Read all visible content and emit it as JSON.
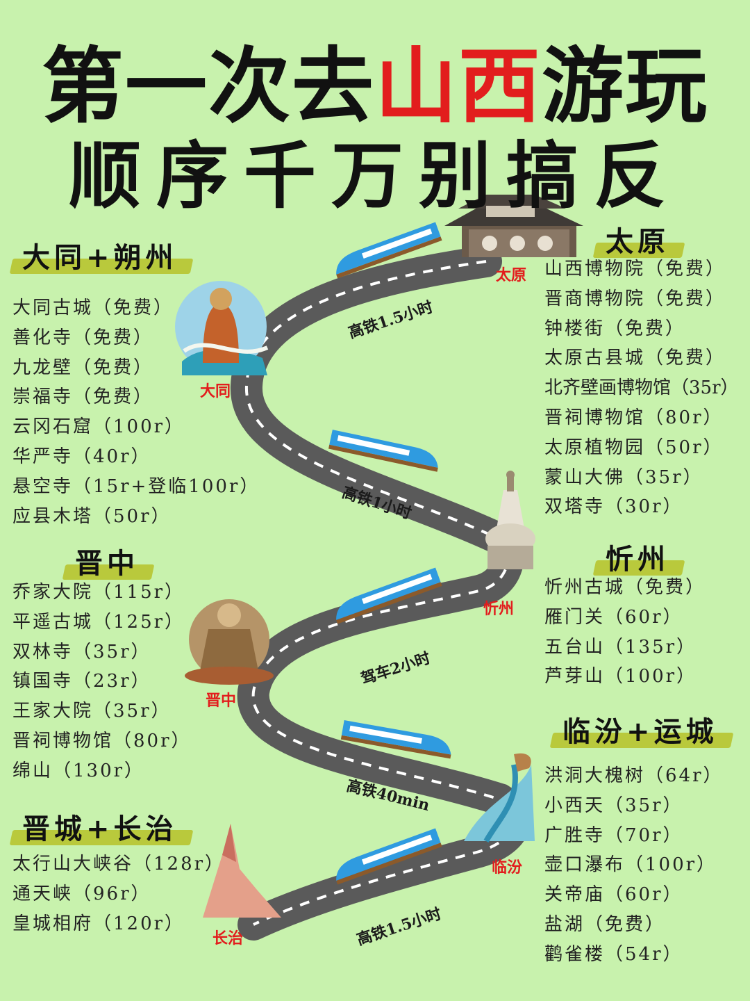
{
  "title": {
    "part1": "第一次去",
    "accent": "山西",
    "part2": "游玩",
    "line2": "顺序千万别搞反"
  },
  "colors": {
    "background": "#c8f2ad",
    "accent_red": "#e21d1d",
    "road": "#555555",
    "train": "#2f9be0",
    "highlight": "#b9c93c"
  },
  "regions": {
    "datong": {
      "heading": "大同+朔州",
      "items": [
        "大同古城（免费）",
        "善化寺（免费）",
        "九龙壁（免费）",
        "崇福寺（免费）",
        "云冈石窟（100r）",
        "华严寺（40r）",
        "悬空寺（15r+登临100r）",
        "应县木塔（50r）"
      ]
    },
    "taiyuan": {
      "heading": "太原",
      "items": [
        "山西博物院（免费）",
        "晋商博物院（免费）",
        "钟楼街（免费）",
        "太原古县城（免费）",
        "北齐壁画博物馆（35r）",
        "晋祠博物馆（80r）",
        "太原植物园（50r）",
        "蒙山大佛（35r）",
        "双塔寺（30r）"
      ]
    },
    "jinzhong": {
      "heading": "晋中",
      "items": [
        "乔家大院（115r）",
        "平遥古城（125r）",
        "双林寺（35r）",
        "镇国寺（23r）",
        "王家大院（35r）",
        "晋祠博物馆（80r）",
        "绵山（130r）"
      ]
    },
    "xinzhou": {
      "heading": "忻州",
      "items": [
        "忻州古城（免费）",
        "雁门关（60r）",
        "五台山（135r）",
        "芦芽山（100r）"
      ]
    },
    "linfen": {
      "heading": "临汾+运城",
      "items": [
        "洪洞大槐树（64r）",
        "小西天（35r）",
        "广胜寺（70r）",
        "壶口瀑布（100r）",
        "关帝庙（60r）",
        "盐湖（免费）",
        "鹳雀楼（54r）"
      ]
    },
    "jincheng": {
      "heading": "晋城+长治",
      "items": [
        "太行山大峡谷（128r）",
        "通天峡（96r）",
        "皇城相府（120r）"
      ]
    }
  },
  "route": {
    "stations": {
      "taiyuan": "太原",
      "datong": "大同",
      "xinzhou": "忻州",
      "jinzhong": "晋中",
      "linfen": "临汾",
      "changzhi": "长治"
    },
    "segments": [
      "高铁1.5小时",
      "高铁1小时",
      "驾车2小时",
      "高铁40min",
      "高铁1.5小时"
    ]
  },
  "icons": [
    "temple-icon",
    "buddha-icon",
    "pagoda-icon",
    "guanyin-icon",
    "waterfall-icon",
    "mountain-icon",
    "train-icon"
  ]
}
